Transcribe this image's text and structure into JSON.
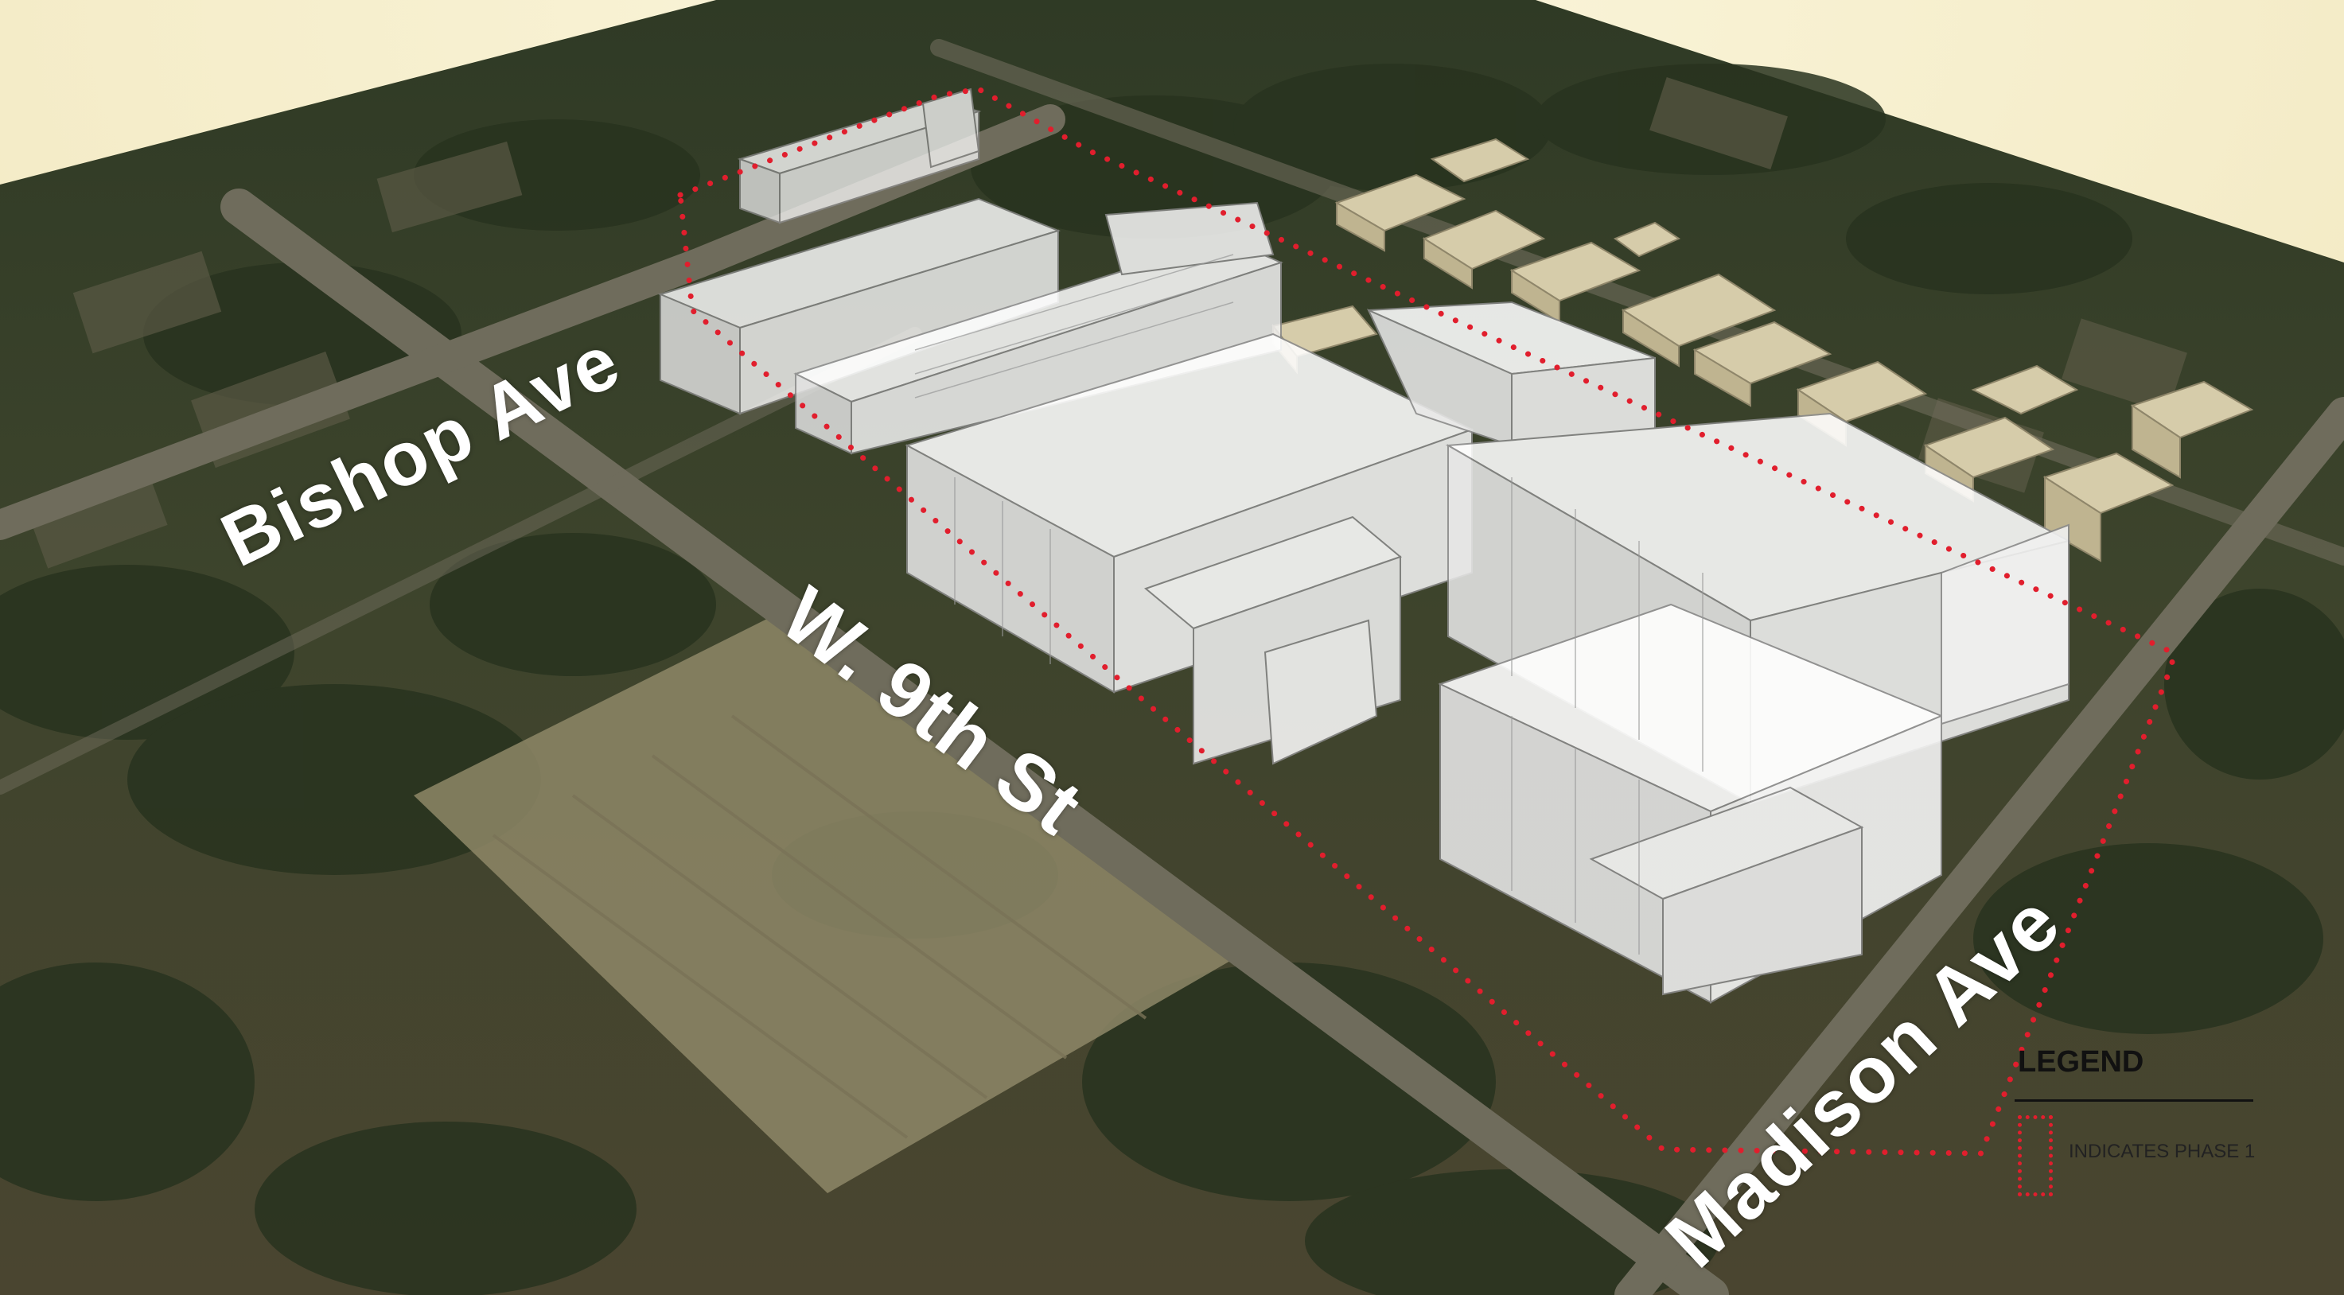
{
  "streets": {
    "bishop": "Bishop Ave",
    "w9th": "W. 9th St",
    "madison": "Madison Ave"
  },
  "legend": {
    "title": "LEGEND",
    "phase_item": "INDICATES PHASE 1"
  },
  "colors": {
    "phase_boundary": "#e11e2d",
    "label_text": "#ffffff",
    "sky": "#f6efcf",
    "building_massing": "#ffffff",
    "existing_houses": "#d6ccaa"
  }
}
